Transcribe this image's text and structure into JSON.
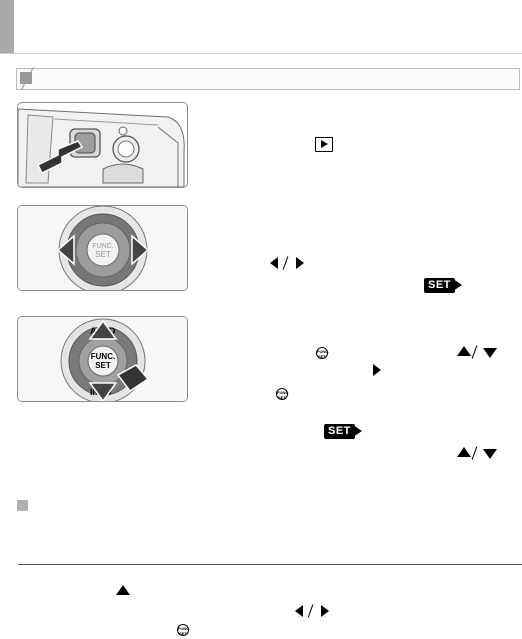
{
  "page": {
    "set_label": "SET",
    "func_label_top": "FUNC.",
    "func_label_bottom": "SET"
  },
  "dial": {
    "center_top": "FUNC.",
    "center_bottom": "SET",
    "auto_label": "AUTO",
    "info_label": "INFO"
  },
  "icons": {
    "playback": "playback-icon",
    "func_set": "func-set-button-icon",
    "arrows": [
      "left-arrow-icon",
      "right-arrow-icon",
      "up-arrow-icon",
      "down-arrow-icon"
    ]
  }
}
